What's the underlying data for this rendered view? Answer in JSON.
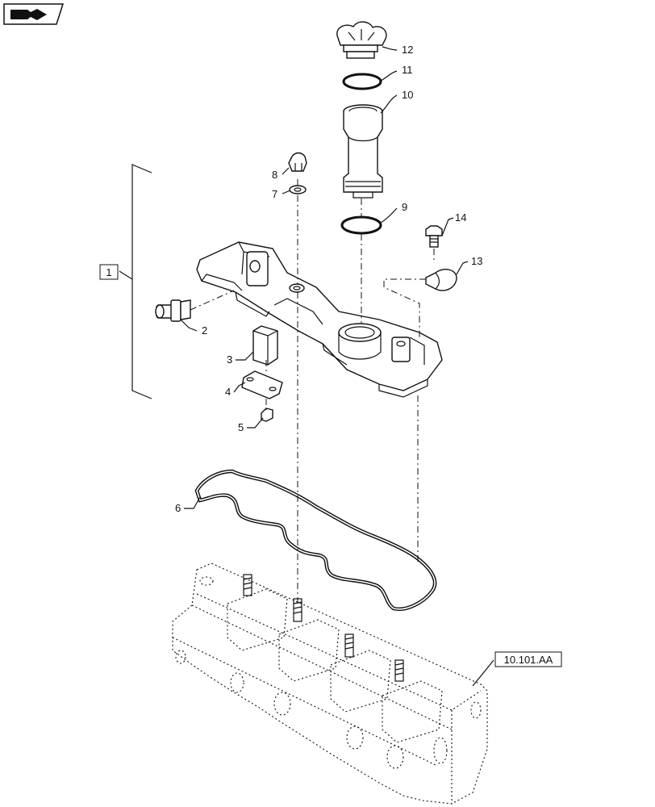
{
  "nav_icon": "next-page-arrow-icon",
  "callouts": {
    "c1": "1",
    "c2": "2",
    "c3": "3",
    "c4": "4",
    "c5": "5",
    "c6": "6",
    "c7": "7",
    "c8": "8",
    "c9": "9",
    "c10": "10",
    "c11": "11",
    "c12": "12",
    "c13": "13",
    "c14": "14"
  },
  "reference": "10.101.AA"
}
